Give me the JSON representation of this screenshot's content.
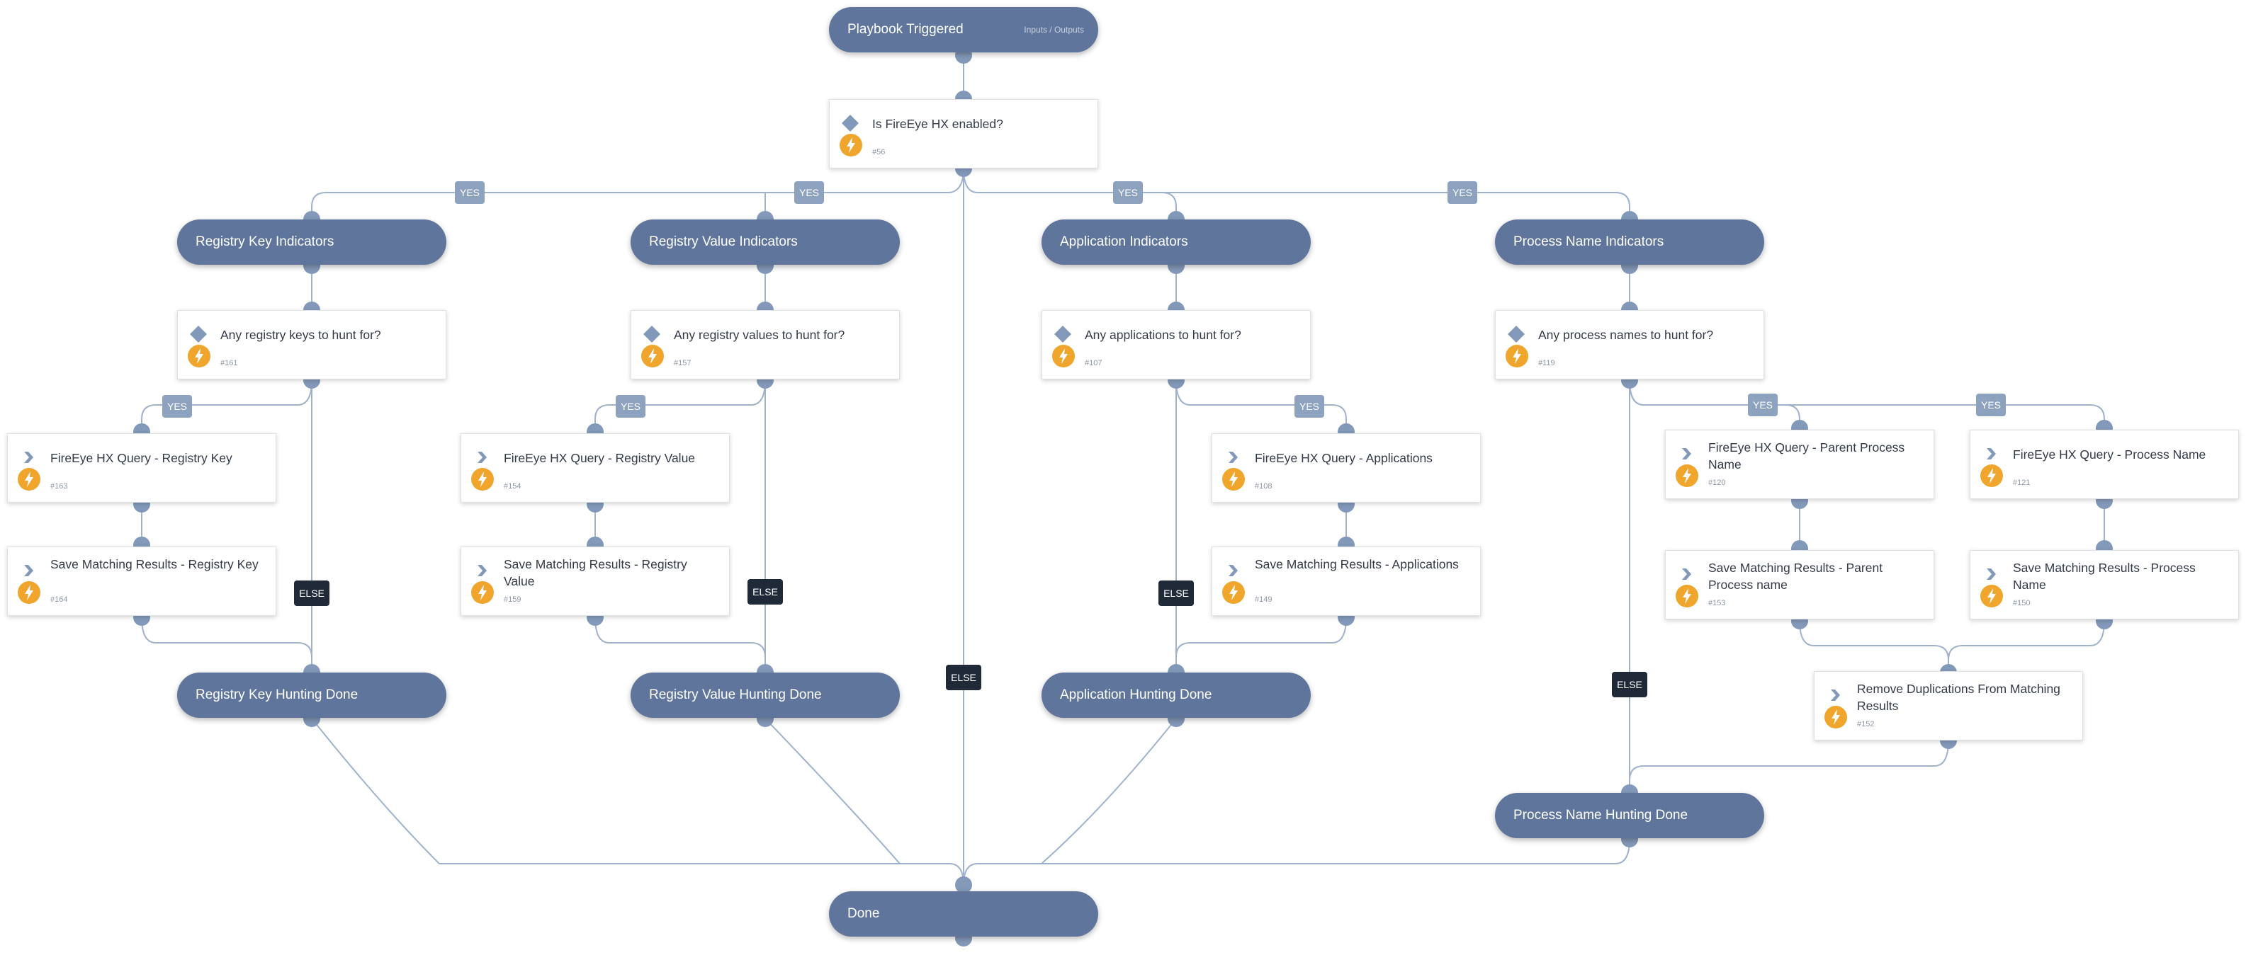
{
  "start": {
    "title": "Playbook Triggered",
    "sub": "Inputs / Outputs"
  },
  "done": {
    "title": "Done"
  },
  "check": {
    "title": "Is FireEye HX enabled?",
    "num": "#56"
  },
  "branches": {
    "regkey": {
      "section": "Registry Key Indicators",
      "cond": {
        "title": "Any registry keys to hunt for?",
        "num": "#161"
      },
      "query": {
        "title": "FireEye HX Query - Registry Key",
        "num": "#163"
      },
      "save": {
        "title": "Save Matching Results - Registry Key",
        "num": "#164"
      },
      "done": "Registry Key Hunting Done"
    },
    "regval": {
      "section": "Registry Value Indicators",
      "cond": {
        "title": "Any registry values to hunt for?",
        "num": "#157"
      },
      "query": {
        "title": "FireEye HX Query - Registry Value",
        "num": "#154"
      },
      "save": {
        "title": "Save Matching Results - Registry Value",
        "num": "#159"
      },
      "done": "Registry Value Hunting Done"
    },
    "app": {
      "section": "Application Indicators",
      "cond": {
        "title": "Any applications to hunt for?",
        "num": "#107"
      },
      "query": {
        "title": "FireEye HX Query - Applications",
        "num": "#108"
      },
      "save": {
        "title": "Save Matching Results - Applications",
        "num": "#149"
      },
      "done": "Application Hunting Done"
    },
    "proc": {
      "section": "Process Name Indicators",
      "cond": {
        "title": "Any process names to hunt for?",
        "num": "#119"
      },
      "query_parent": {
        "title": "FireEye HX Query - Parent Process Name",
        "num": "#120"
      },
      "query_name": {
        "title": "FireEye HX Query - Process Name",
        "num": "#121"
      },
      "save_parent": {
        "title": "Save Matching Results - Parent Process name",
        "num": "#153"
      },
      "save_name": {
        "title": "Save Matching Results - Process Name",
        "num": "#150"
      },
      "dedupe": {
        "title": "Remove Duplications From Matching Results",
        "num": "#152"
      },
      "done": "Process Name Hunting Done"
    }
  },
  "labels": {
    "yes": "YES",
    "else": "ELSE"
  },
  "colors": {
    "pill": "#5f759b",
    "wire": "#9fb2cc",
    "port": "#8399b9",
    "bolt": "#f0a52d",
    "yes_tag": "#8da2bf",
    "else_tag": "#1f2937"
  }
}
